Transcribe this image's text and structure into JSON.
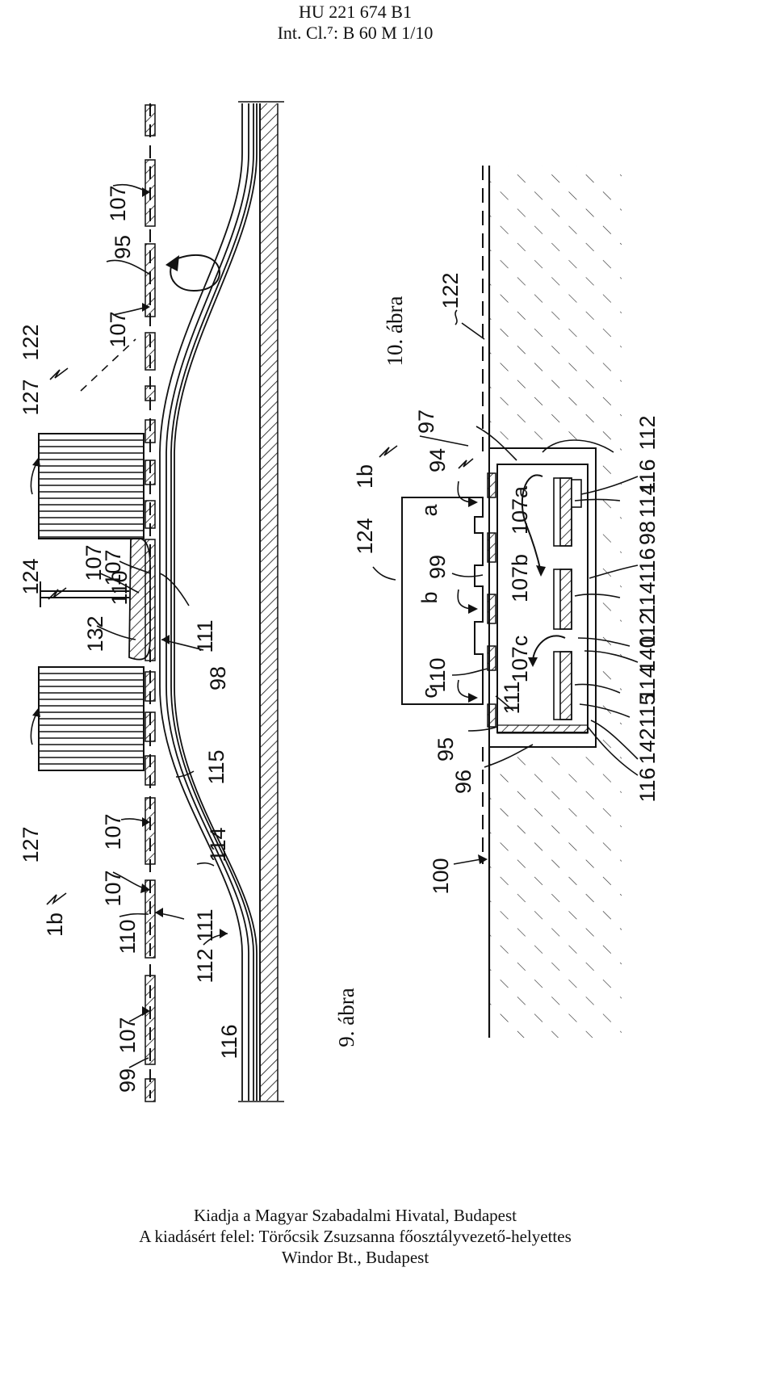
{
  "header": {
    "patent_number": "HU 221 674 B1",
    "classification": "Int. Cl.⁷: B 60 M  1/10"
  },
  "figure9": {
    "caption": "9. ábra",
    "labels": [
      "99",
      "107",
      "110",
      "107",
      "112",
      "111",
      "1b",
      "107",
      "114",
      "127",
      "115",
      "107",
      "132",
      "98",
      "110",
      "111",
      "124",
      "107",
      "127",
      "122",
      "107",
      "95",
      "107",
      "116"
    ]
  },
  "figure10": {
    "caption": "10. ábra",
    "labels": [
      "100",
      "96",
      "95",
      "116",
      "142",
      "115",
      "111",
      "114",
      "110",
      "c",
      "140",
      "107c",
      "112",
      "b",
      "114",
      "116",
      "99",
      "107b",
      "98",
      "124",
      "a",
      "107a",
      "114",
      "116",
      "1b",
      "94",
      "112",
      "97",
      "122"
    ]
  },
  "footer": {
    "line1": "Kiadja a Magyar Szabadalmi Hivatal, Budapest",
    "line2": "A kiadásért felel: Törőcsik Zsuzsanna főosztályvezető-helyettes",
    "line3": "Windor Bt., Budapest"
  }
}
